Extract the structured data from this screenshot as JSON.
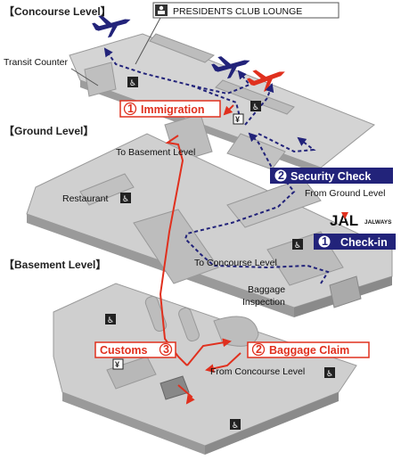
{
  "levels": {
    "concourse": "【Concourse Level】",
    "ground": "【Ground Level】",
    "basement": "【Basement Level】"
  },
  "labels": {
    "presidents_club": "PRESIDENTS CLUB LOUNGE",
    "transit_counter": "Transit Counter",
    "to_basement": "To Basement Level",
    "from_ground": "From Ground Level",
    "restaurant": "Restaurant",
    "to_concourse": "To Concourse Level",
    "baggage_inspection_1": "Baggage",
    "baggage_inspection_2": "Inspection",
    "from_concourse": "From Concourse Level"
  },
  "steps": {
    "immigration": {
      "num": "1",
      "label": "Immigration"
    },
    "security": {
      "num": "2",
      "label": "Security Check"
    },
    "checkin": {
      "num": "1",
      "label": "Check-in"
    },
    "baggage_claim": {
      "num": "2",
      "label": "Baggage Claim"
    },
    "customs": {
      "num": "3",
      "label": "Customs"
    }
  },
  "brand": {
    "name": "JAL",
    "sub": "JALWAYS"
  },
  "icons": {
    "restroom": "🚻",
    "yen": "¥"
  },
  "colors": {
    "departure": "#22237a",
    "arrival": "#e0301e",
    "floor": "#c9c9c9",
    "floor_dark": "#9a9a9a"
  }
}
